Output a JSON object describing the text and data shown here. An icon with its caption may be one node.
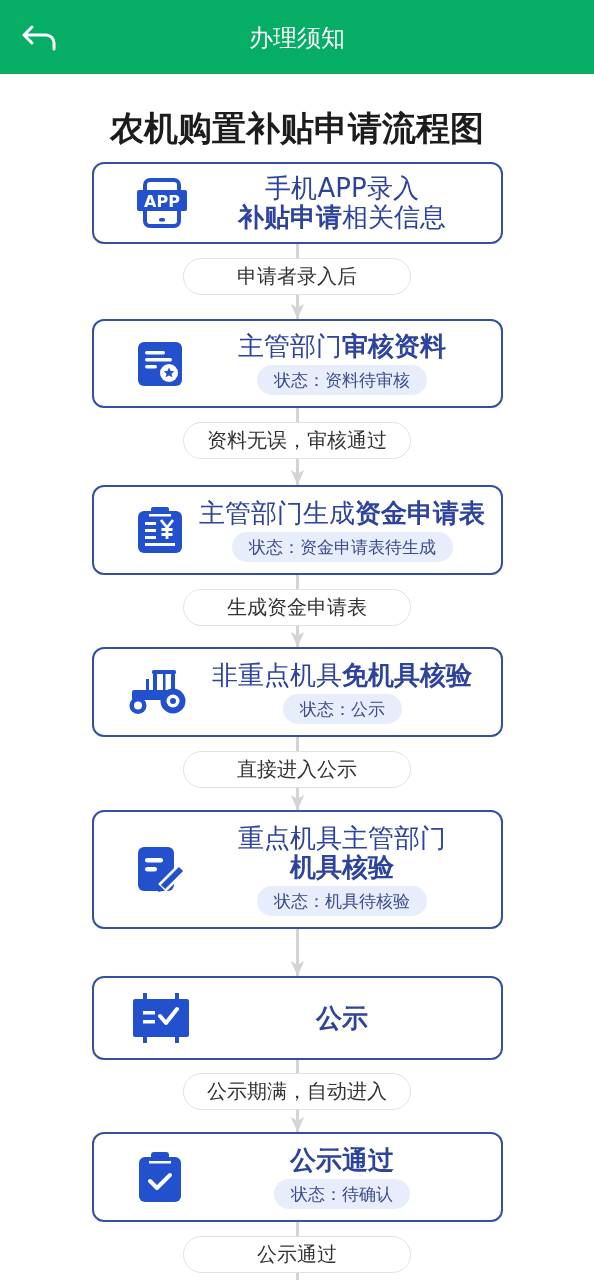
{
  "diagram": {
    "title": "农机购置补贴申请流程图",
    "nodes": [
      {
        "text": [
          "手机APP录入",
          "**补贴申请**相关信息"
        ]
      },
      {
        "text": [
          "主管部门**审核资料**",
          "状态：资料待审核"
        ]
      },
      {
        "text": [
          "主管部门生成**资金申请表**",
          "状态：资金申请表待生成"
        ]
      },
      {
        "text": [
          "非重点机具**免机具核验**",
          "状态：公示"
        ]
      },
      {
        "text": [
          "重点机具主管部门",
          "机具核验",
          "状态：机具待核验"
        ]
      },
      {
        "text": [
          "公示"
        ]
      },
      {
        "text": [
          "公示通过",
          "状态：待确认"
        ]
      }
    ],
    "edges": [
      {
        "from": 0,
        "to": 1,
        "arrow": "to",
        "label": "申请者录入后"
      },
      {
        "from": 1,
        "to": 2,
        "arrow": "to",
        "label": "资料无误，审核通过"
      },
      {
        "from": 2,
        "to": 3,
        "arrow": "to",
        "label": "生成资金申请表"
      },
      {
        "from": 3,
        "to": 4,
        "arrow": "to",
        "label": "直接进入公示"
      },
      {
        "from": 4,
        "to": 5,
        "arrow": "to"
      },
      {
        "from": 5,
        "to": 6,
        "arrow": "to",
        "label": "公示期满，自动进入"
      },
      {
        "from": 6,
        "to": null,
        "arrow": "none",
        "label": "公示通过"
      }
    ],
    "labels": [
      "办理须知",
      "APP"
    ]
  }
}
